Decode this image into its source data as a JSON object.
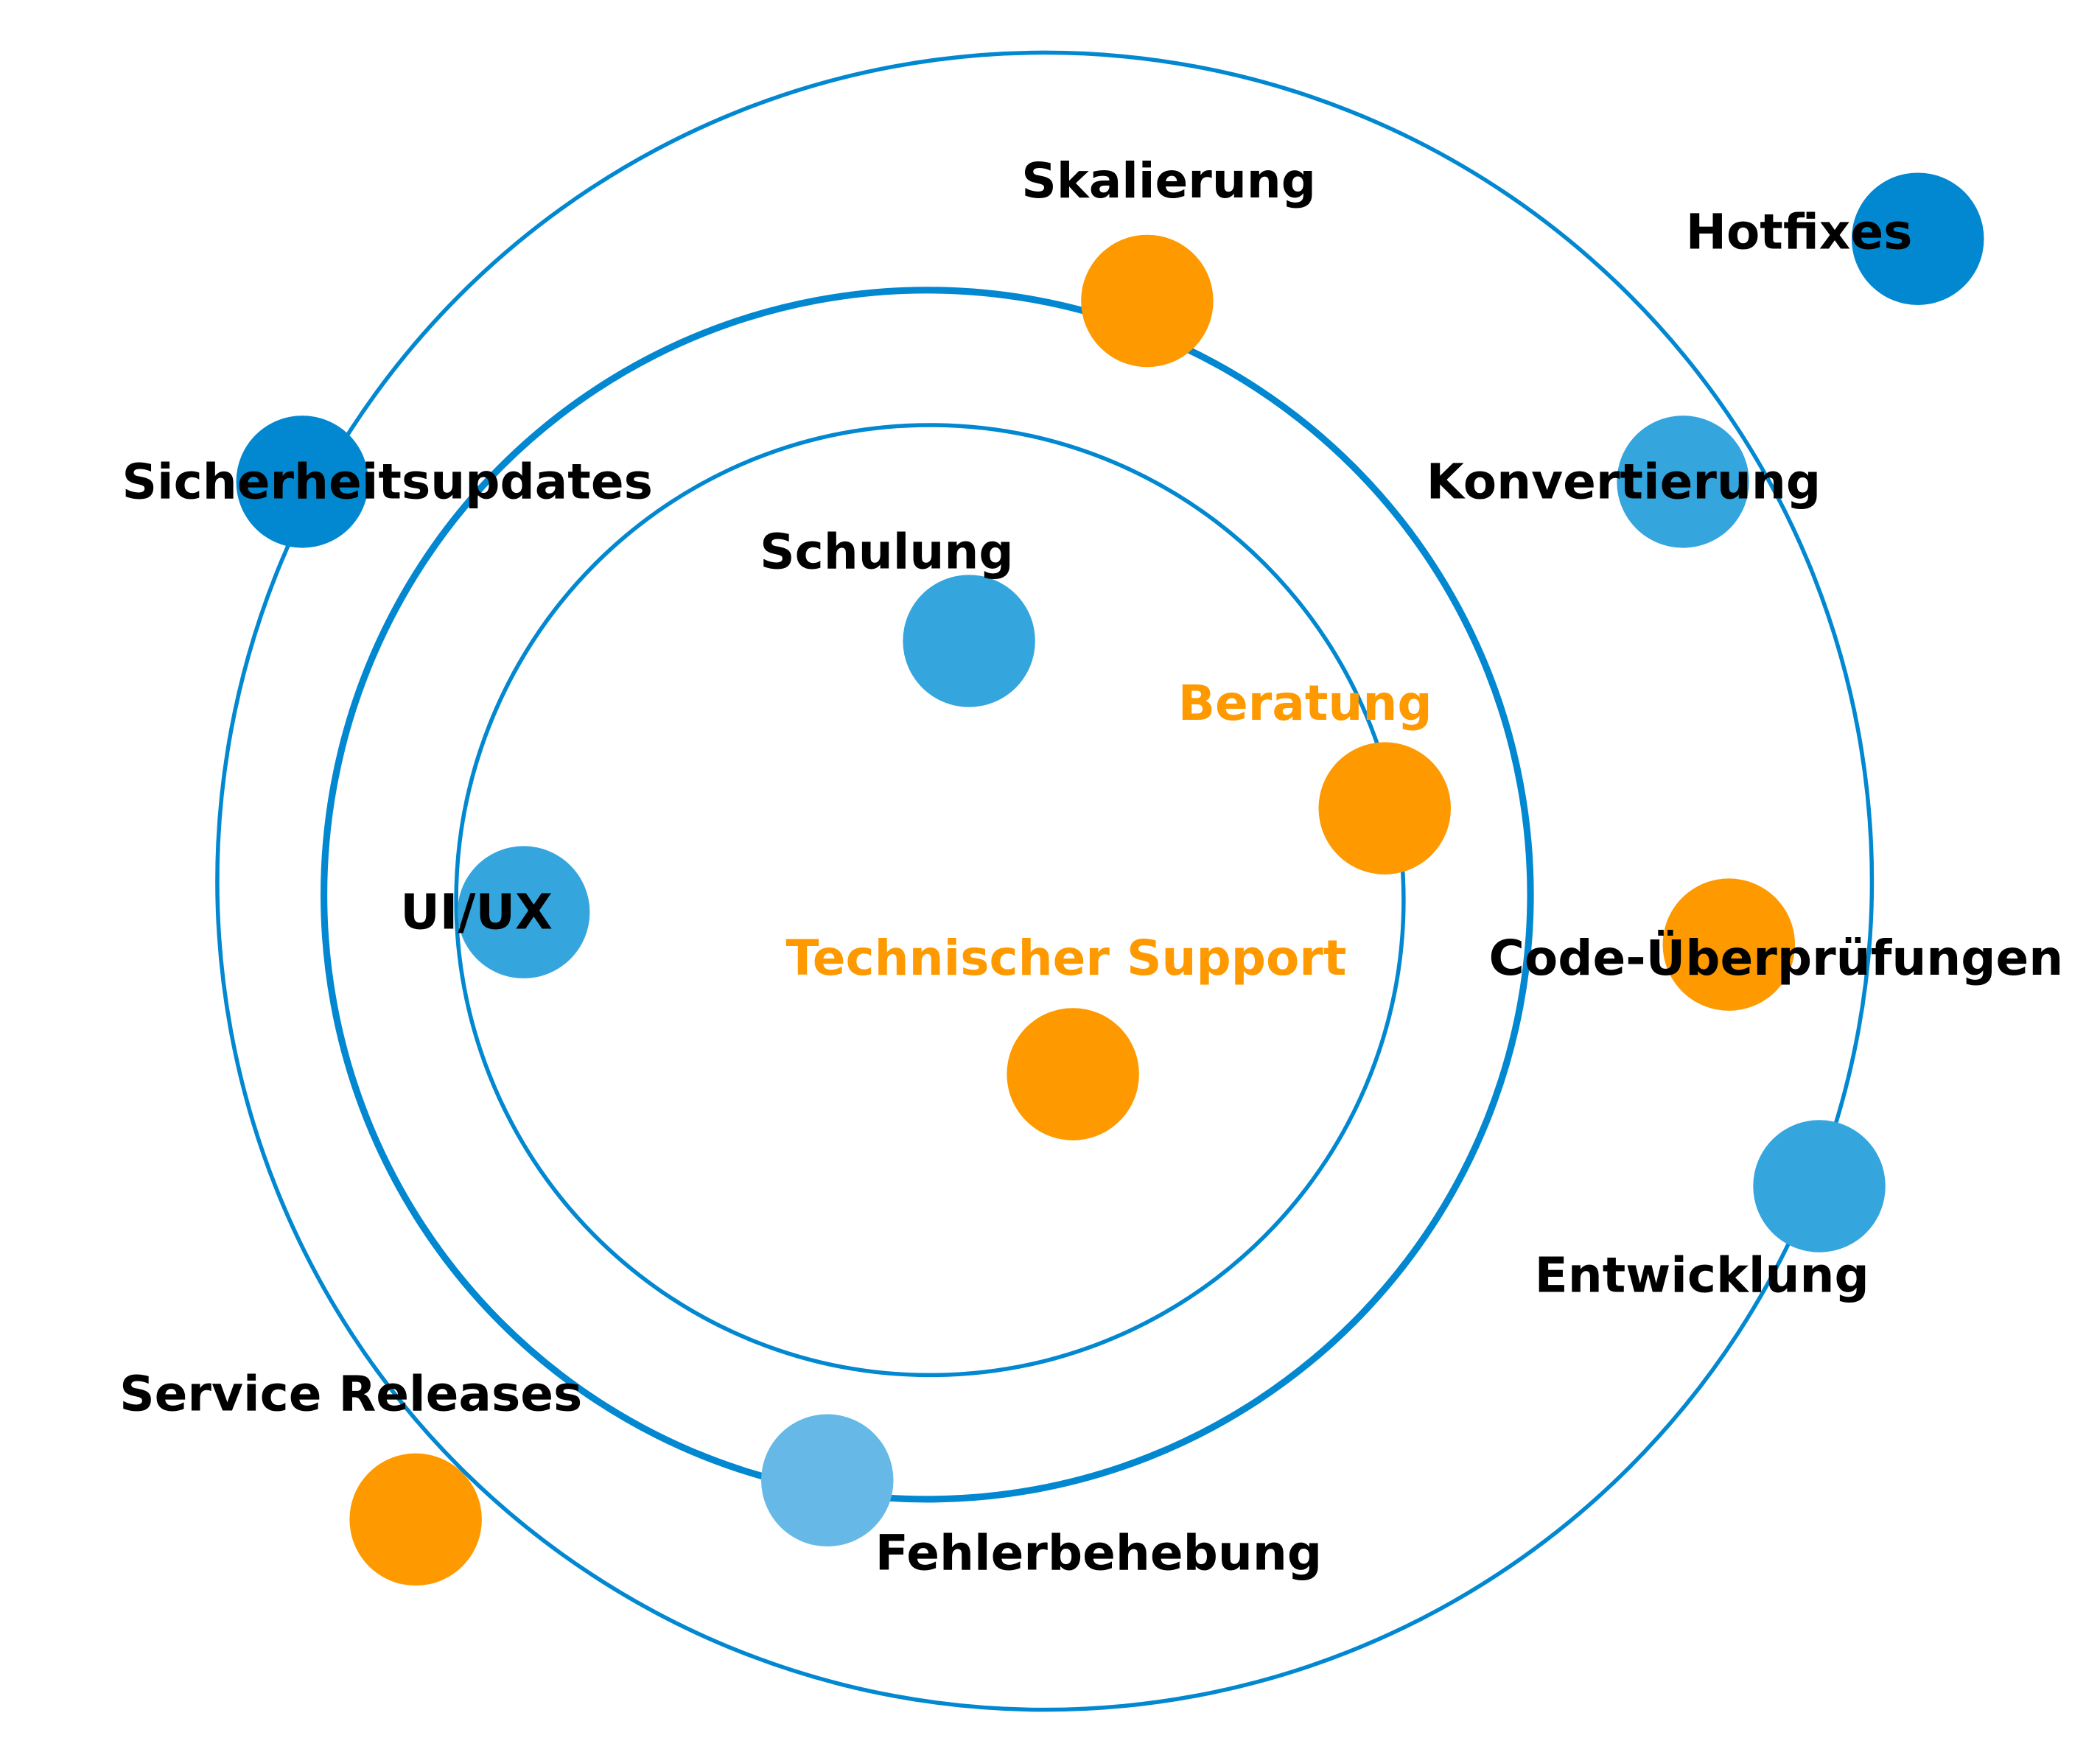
{
  "colors": {
    "ring": "#0288d1",
    "dark_blue": "#0288d1",
    "mid_blue": "#35a5de",
    "light_blue": "#66b9e6",
    "orange": "#fe9900",
    "text_dark": "#000000",
    "text_orange": "#fe9900"
  },
  "items": [
    {
      "id": "skalierung",
      "label": "Skalierung",
      "dot_color": "orange",
      "label_color": "text_dark"
    },
    {
      "id": "hotfixes",
      "label": "Hotfixes",
      "dot_color": "dark_blue",
      "label_color": "text_dark"
    },
    {
      "id": "sicherheitsupdates",
      "label": "Sicherheitsupdates",
      "dot_color": "dark_blue",
      "label_color": "text_dark"
    },
    {
      "id": "konvertierung",
      "label": "Konvertierung",
      "dot_color": "mid_blue",
      "label_color": "text_dark"
    },
    {
      "id": "schulung",
      "label": "Schulung",
      "dot_color": "mid_blue",
      "label_color": "text_dark"
    },
    {
      "id": "beratung",
      "label": "Beratung",
      "dot_color": "orange",
      "label_color": "text_orange"
    },
    {
      "id": "ui-ux",
      "label": "UI/UX",
      "dot_color": "mid_blue",
      "label_color": "text_dark"
    },
    {
      "id": "technischer-support",
      "label": "Technischer Support",
      "dot_color": "orange",
      "label_color": "text_orange"
    },
    {
      "id": "code-ueberpruefungen",
      "label": "Code-Überprüfungen",
      "dot_color": "orange",
      "label_color": "text_dark"
    },
    {
      "id": "entwicklung",
      "label": "Entwicklung",
      "dot_color": "mid_blue",
      "label_color": "text_dark"
    },
    {
      "id": "service-releases",
      "label": "Service Releases",
      "dot_color": "orange",
      "label_color": "text_dark"
    },
    {
      "id": "fehlerbehebung",
      "label": "Fehlerbehebung",
      "dot_color": "light_blue",
      "label_color": "text_dark"
    }
  ]
}
